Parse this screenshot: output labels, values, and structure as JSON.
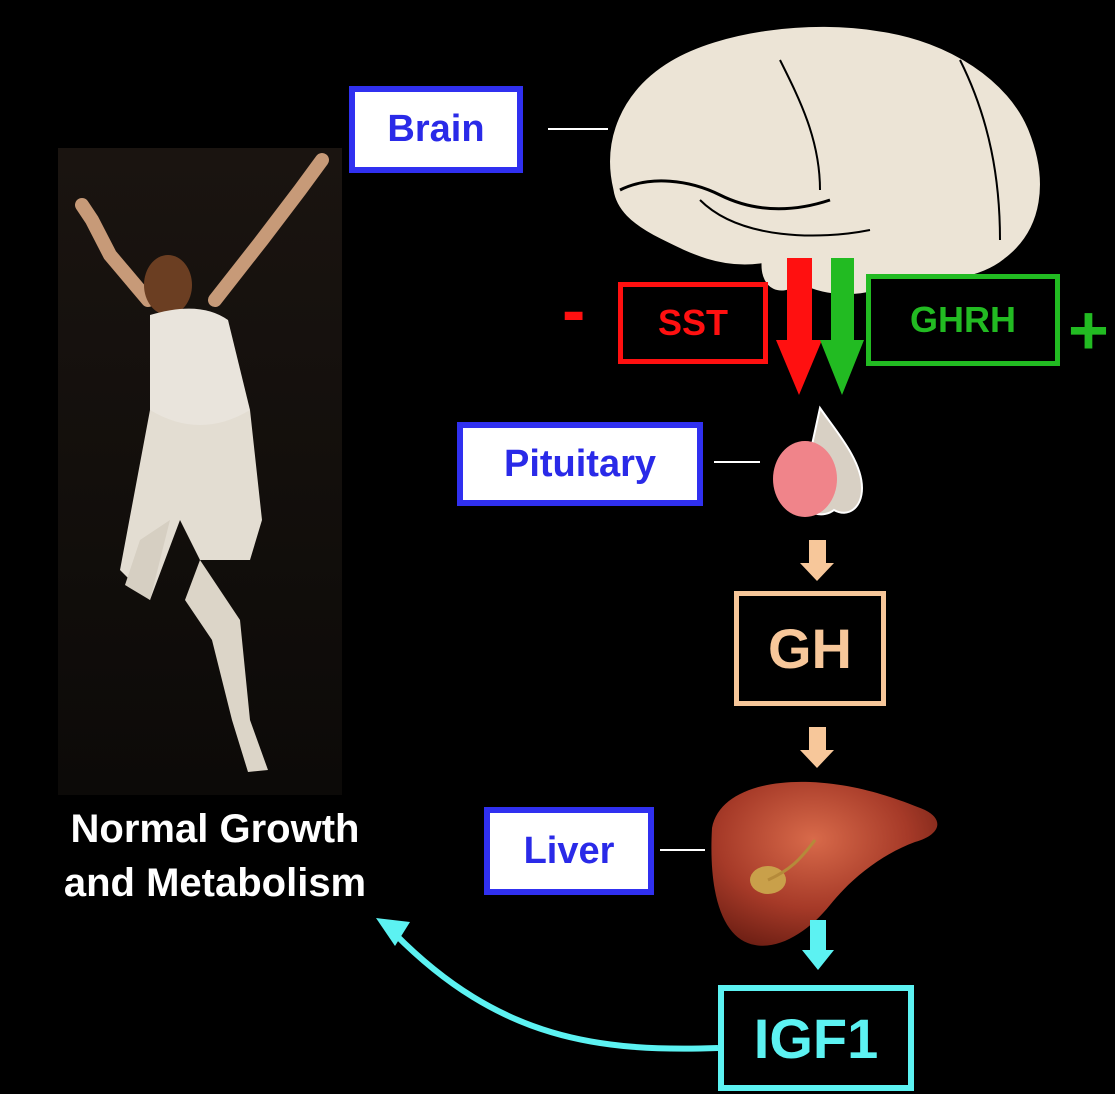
{
  "labels": {
    "brain": "Brain",
    "sst": "SST",
    "ghrh": "GHRH",
    "pituitary": "Pituitary",
    "gh": "GH",
    "liver": "Liver",
    "igf1": "IGF1"
  },
  "signs": {
    "minus": "-",
    "plus": "+"
  },
  "caption": {
    "line1": "Normal Growth",
    "line2": "and Metabolism"
  },
  "colors": {
    "background": "#000000",
    "organ_label": "#3030f0",
    "sst": "#ff1010",
    "ghrh": "#22bb22",
    "gh": "#f7c79a",
    "igf1": "#5cf2f2"
  }
}
